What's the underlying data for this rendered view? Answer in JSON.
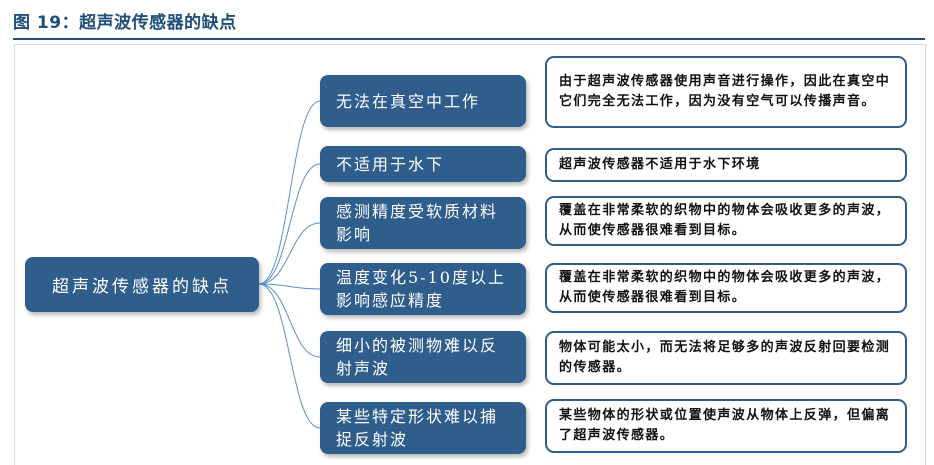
{
  "figure": {
    "title": "图 19：超声波传感器的缺点"
  },
  "root": {
    "label": "超声波传感器的缺点"
  },
  "branches": [
    {
      "label": "无法在真空中工作",
      "description": "由于超声波传感器使用声音进行操作，因此在真空中它们完全无法工作，因为没有空气可以传播声音。"
    },
    {
      "label": "不适用于水下",
      "description": "超声波传感器不适用于水下环境"
    },
    {
      "label": "感测精度受软质材料影响",
      "description": "覆盖在非常柔软的织物中的物体会吸收更多的声波，从而使传感器很难看到目标。"
    },
    {
      "label": "温度变化5-10度以上影响感应精度",
      "description": "覆盖在非常柔软的织物中的物体会吸收更多的声波，从而使传感器很难看到目标。"
    },
    {
      "label": "细小的被测物难以反射声波",
      "description": "物体可能太小，而无法将足够多的声波反射回要检测的传感器。"
    },
    {
      "label": "某些特定形状难以捕捉反射波",
      "description": "某些物体的形状或位置使声波从物体上反弹，但偏离了超声波传感器。"
    }
  ],
  "colors": {
    "node_fill": "#2f5d8c",
    "title": "#1f4e79",
    "connector": "#5b8fc9"
  }
}
